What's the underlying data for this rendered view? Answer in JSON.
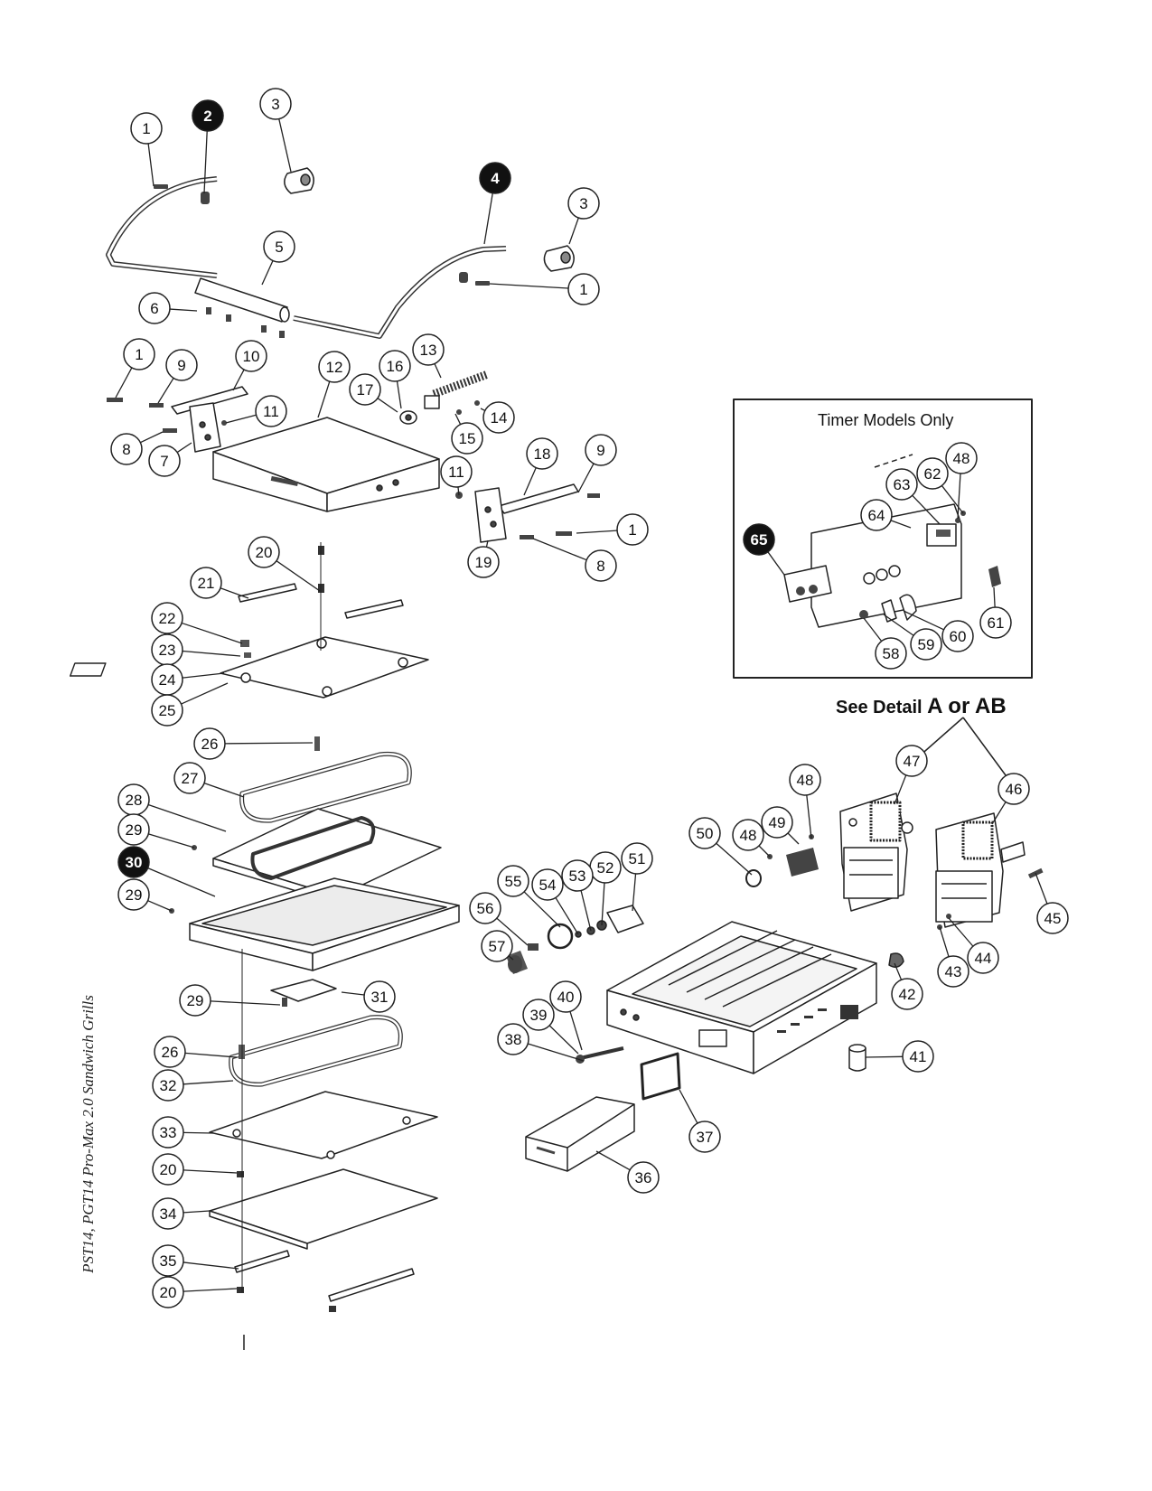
{
  "side_caption": "PST14, PGT14 Pro-Max 2.0 Sandwich Grills",
  "see_detail": {
    "prefix": "See Detail ",
    "emphasis": "A or AB"
  },
  "timer_box": {
    "title": "Timer Models Only"
  },
  "callouts": [
    {
      "n": "1",
      "filled": false
    },
    {
      "n": "2",
      "filled": true
    },
    {
      "n": "3",
      "filled": false
    },
    {
      "n": "3",
      "filled": false
    },
    {
      "n": "4",
      "filled": true
    },
    {
      "n": "5",
      "filled": false
    },
    {
      "n": "1",
      "filled": false
    },
    {
      "n": "6",
      "filled": false
    },
    {
      "n": "1",
      "filled": false
    },
    {
      "n": "9",
      "filled": false
    },
    {
      "n": "10",
      "filled": false
    },
    {
      "n": "12",
      "filled": false
    },
    {
      "n": "16",
      "filled": false
    },
    {
      "n": "13",
      "filled": false
    },
    {
      "n": "17",
      "filled": false
    },
    {
      "n": "11",
      "filled": false
    },
    {
      "n": "14",
      "filled": false
    },
    {
      "n": "15",
      "filled": false
    },
    {
      "n": "8",
      "filled": false
    },
    {
      "n": "7",
      "filled": false
    },
    {
      "n": "18",
      "filled": false
    },
    {
      "n": "9",
      "filled": false
    },
    {
      "n": "11",
      "filled": false
    },
    {
      "n": "1",
      "filled": false
    },
    {
      "n": "19",
      "filled": false
    },
    {
      "n": "8",
      "filled": false
    },
    {
      "n": "20",
      "filled": false
    },
    {
      "n": "21",
      "filled": false
    },
    {
      "n": "22",
      "filled": false
    },
    {
      "n": "23",
      "filled": false
    },
    {
      "n": "24",
      "filled": false
    },
    {
      "n": "25",
      "filled": false
    },
    {
      "n": "26",
      "filled": false
    },
    {
      "n": "27",
      "filled": false
    },
    {
      "n": "28",
      "filled": false
    },
    {
      "n": "29",
      "filled": false
    },
    {
      "n": "30",
      "filled": true
    },
    {
      "n": "29",
      "filled": false
    },
    {
      "n": "29",
      "filled": false
    },
    {
      "n": "31",
      "filled": false
    },
    {
      "n": "26",
      "filled": false
    },
    {
      "n": "32",
      "filled": false
    },
    {
      "n": "33",
      "filled": false
    },
    {
      "n": "20",
      "filled": false
    },
    {
      "n": "34",
      "filled": false
    },
    {
      "n": "35",
      "filled": false
    },
    {
      "n": "20",
      "filled": false
    },
    {
      "n": "48",
      "filled": false
    },
    {
      "n": "62",
      "filled": false
    },
    {
      "n": "63",
      "filled": false
    },
    {
      "n": "64",
      "filled": false
    },
    {
      "n": "65",
      "filled": true
    },
    {
      "n": "61",
      "filled": false
    },
    {
      "n": "60",
      "filled": false
    },
    {
      "n": "59",
      "filled": false
    },
    {
      "n": "58",
      "filled": false
    },
    {
      "n": "47",
      "filled": false
    },
    {
      "n": "46",
      "filled": false
    },
    {
      "n": "48",
      "filled": false
    },
    {
      "n": "49",
      "filled": false
    },
    {
      "n": "48",
      "filled": false
    },
    {
      "n": "50",
      "filled": false
    },
    {
      "n": "51",
      "filled": false
    },
    {
      "n": "52",
      "filled": false
    },
    {
      "n": "53",
      "filled": false
    },
    {
      "n": "54",
      "filled": false
    },
    {
      "n": "55",
      "filled": false
    },
    {
      "n": "56",
      "filled": false
    },
    {
      "n": "57",
      "filled": false
    },
    {
      "n": "45",
      "filled": false
    },
    {
      "n": "44",
      "filled": false
    },
    {
      "n": "43",
      "filled": false
    },
    {
      "n": "42",
      "filled": false
    },
    {
      "n": "41",
      "filled": false
    },
    {
      "n": "40",
      "filled": false
    },
    {
      "n": "39",
      "filled": false
    },
    {
      "n": "38",
      "filled": false
    },
    {
      "n": "37",
      "filled": false
    },
    {
      "n": "36",
      "filled": false
    }
  ]
}
